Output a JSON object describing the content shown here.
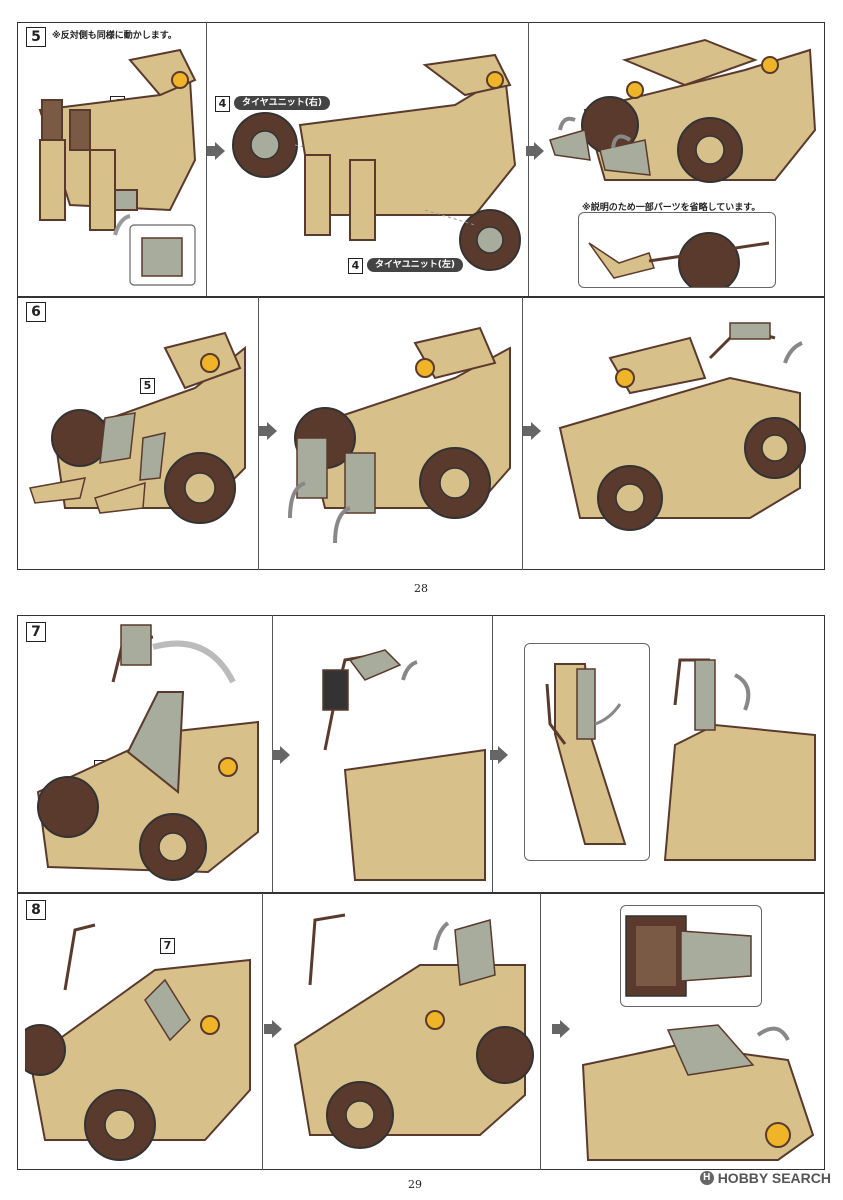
{
  "pages": {
    "top_page_number": "28",
    "bottom_page_number": "29"
  },
  "step5": {
    "number": "5",
    "note": "※反対側も同様に動かします。",
    "ref_a": "4",
    "ref_b": "4",
    "ref_c": "4",
    "tire_right_label": "タイヤユニット(右)",
    "tire_left_label": "タイヤユニット(左)",
    "omit_note": "※説明のため一部パーツを省略しています。"
  },
  "step6": {
    "number": "6",
    "ref": "5"
  },
  "step7": {
    "number": "7",
    "ref": "6"
  },
  "step8": {
    "number": "8",
    "ref": "7"
  },
  "watermark": {
    "text": "HOBBY SEARCH",
    "logo": "H"
  },
  "colors": {
    "tan": "#d8c08a",
    "tan_dark": "#b89a5c",
    "brown": "#5a3a2c",
    "grey_part": "#a7ac9c",
    "arrow": "#7a7a7a"
  }
}
